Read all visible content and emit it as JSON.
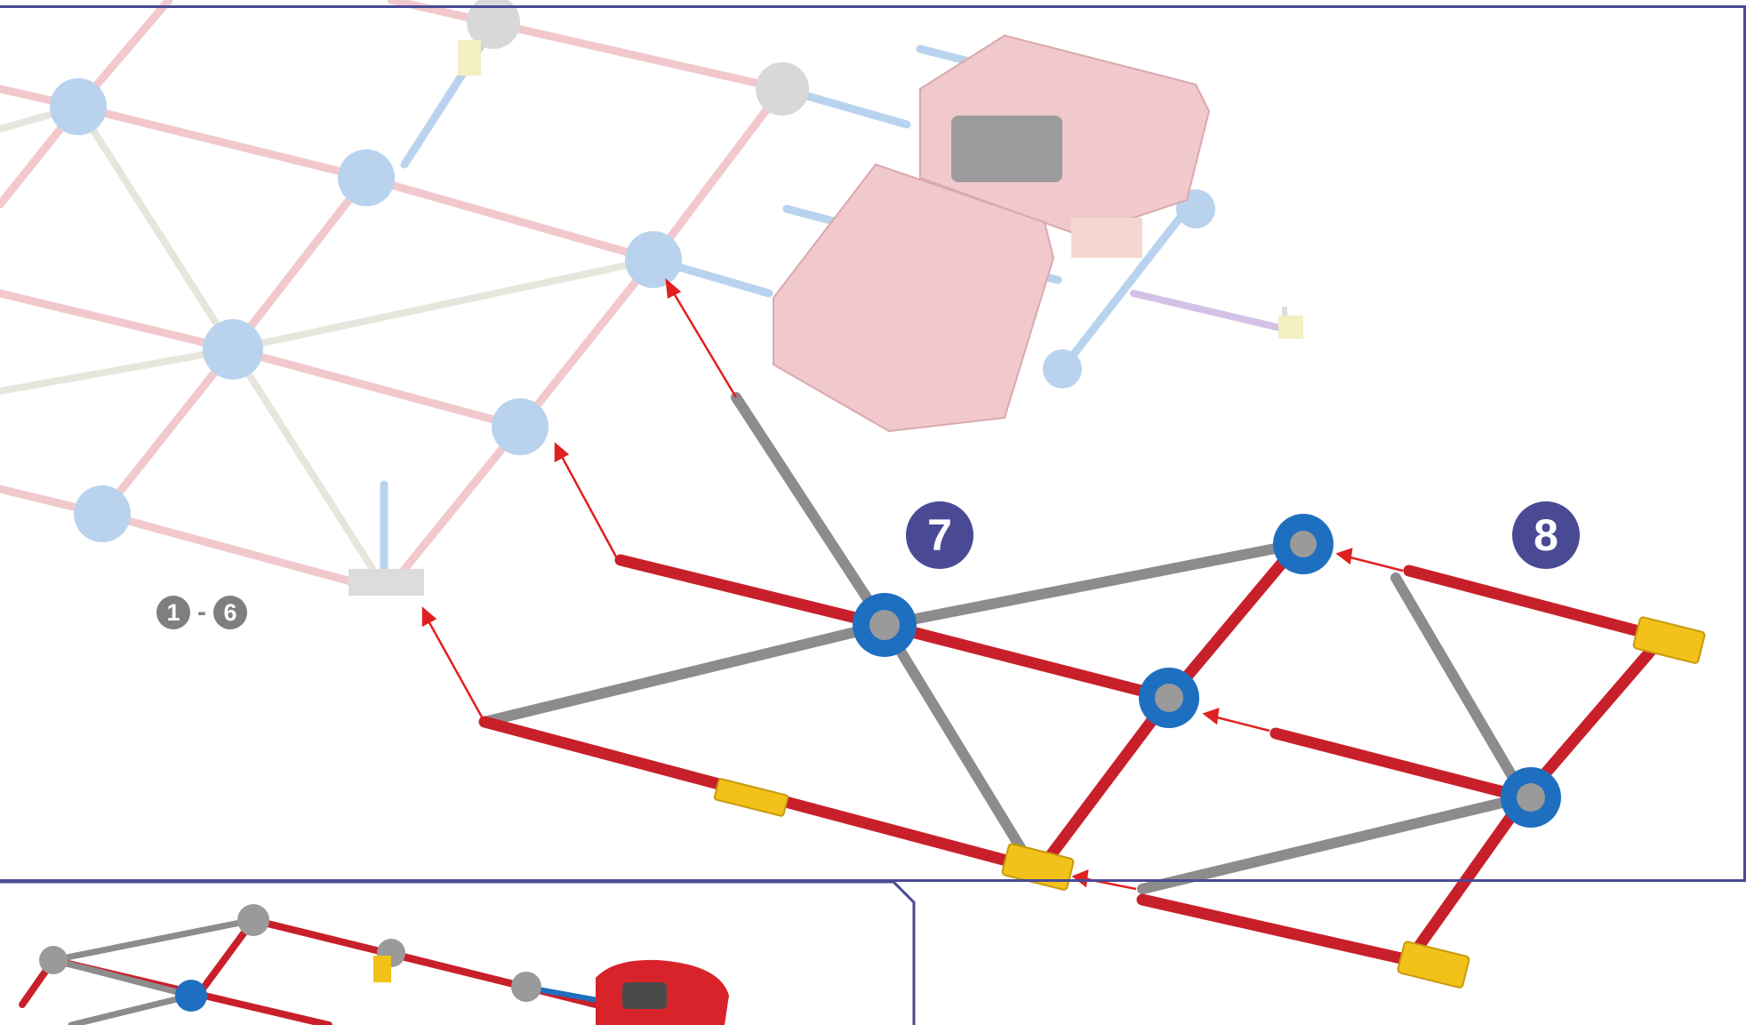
{
  "page": {
    "background": "#ffffff",
    "frame_color": "#4a4a94"
  },
  "step_badges": [
    {
      "label": "7"
    },
    {
      "label": "8"
    }
  ],
  "previous_steps": {
    "from": "1",
    "separator": "-",
    "to": "6"
  },
  "colors": {
    "red_rod": "#c8202a",
    "grey_rod": "#8c8c8c",
    "blue_connector": "#1f6fc0",
    "yellow_connector": "#f2c21a",
    "ghost_pink": "#f1c9cd",
    "ghost_blue": "#b9d3ee",
    "arrow": "#e02020",
    "motor_red": "#d8232a"
  }
}
